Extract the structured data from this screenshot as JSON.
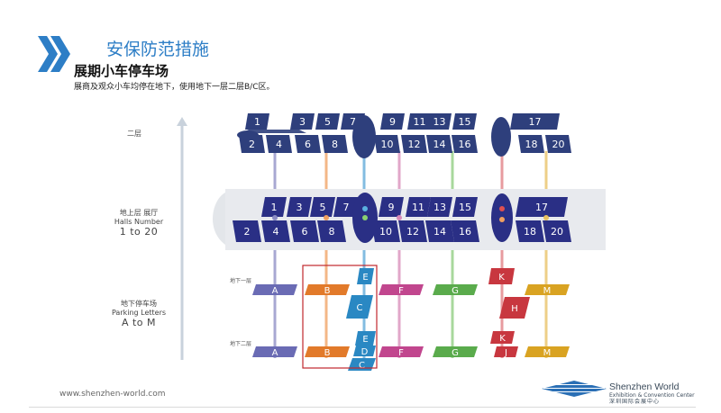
{
  "header": {
    "section_title": "安保防范措施",
    "subtitle": "展期小车停车场",
    "description": "展商及观众小车均停在地下，使用地下一层二层B/C区。"
  },
  "side_labels": {
    "level2": "二层",
    "ground_cn": "地上层 展厅",
    "ground_en": "Halls Number",
    "ground_range": "1 to 20",
    "parking_cn": "地下停车场",
    "parking_en": "Parking Letters",
    "parking_range": "A to M"
  },
  "level_labels": {
    "b1": "地下一层",
    "b2": "地下二层"
  },
  "halls": {
    "top_row": [
      "1",
      "3",
      "5",
      "7",
      "9",
      "11",
      "13",
      "15",
      "17"
    ],
    "bottom_row": [
      "2",
      "4",
      "6",
      "8",
      "10",
      "12",
      "14",
      "16",
      "18",
      "20"
    ]
  },
  "parking": {
    "b1": [
      "A",
      "B",
      "E",
      "F",
      "G",
      "K",
      "M"
    ],
    "middle": [
      "C",
      "H"
    ],
    "b2": [
      "A",
      "B",
      "E",
      "D",
      "C",
      "F",
      "G",
      "K",
      "J",
      "M"
    ]
  },
  "footer": {
    "website": "www.shenzhen-world.com",
    "logo_name": "Shenzhen World",
    "logo_tagline": "Exhibition & Convention Center",
    "logo_cn": "深圳国际会展中心"
  },
  "colors": {
    "accent": "#2d7ec6",
    "hall": "#2e3f7c",
    "hall_ground": "#2a2f85",
    "highlight": "#c0272d",
    "lot_a": "#6a6bb4",
    "lot_b": "#e27a2a",
    "lot_e": "#2a88c3",
    "lot_f": "#c1468e",
    "lot_g": "#5aab4c",
    "lot_k": "#c8373f",
    "lot_m": "#d9a322"
  }
}
